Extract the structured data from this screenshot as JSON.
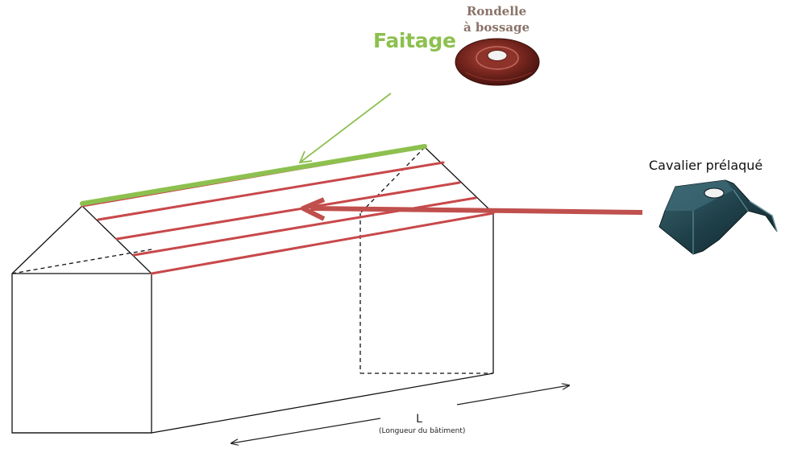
{
  "labels": {
    "faitage": "Faitage",
    "rondelle_line1": "Rondelle",
    "rondelle_line2": "à bossage",
    "cavalier": "Cavalier prélaqué",
    "length_symbol": "L",
    "length_caption": "(Longueur du bâtiment)"
  },
  "colors": {
    "ridge": "#8dc04f",
    "faitage_text": "#8dc04f",
    "rondelle_text": "#8a7369",
    "rib_lines": "#c8484a",
    "pointer_arrow": "#c0504d",
    "outline": "#111111",
    "washer": "#6b1f1a",
    "bracket": "#1e3c45"
  },
  "icons": {
    "washer": "embossed-washer-icon",
    "bracket": "prelacquered-bracket-icon"
  }
}
